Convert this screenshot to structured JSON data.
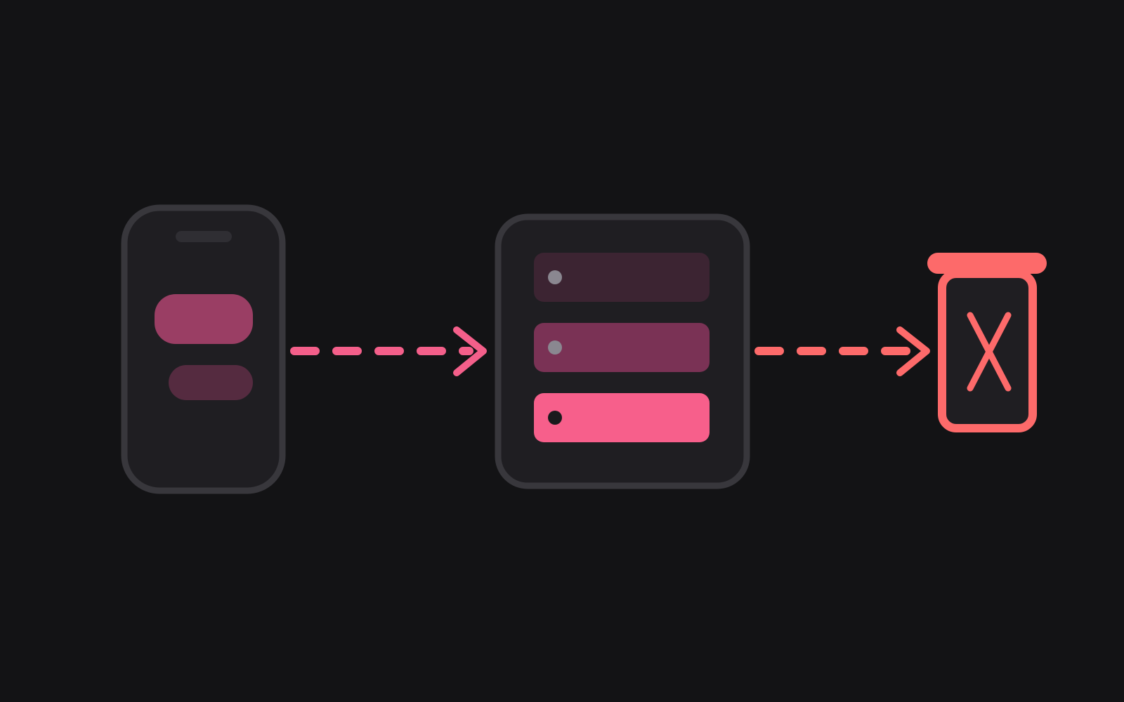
{
  "colors": {
    "background": "#131315",
    "panel_fill": "#1f1e22",
    "panel_border": "#38373c",
    "phone_notch": "#2f2e33",
    "pill_primary": "#9a3e64",
    "pill_secondary": "#552b40",
    "accent_pink": "#f45f8a",
    "accent_coral": "#fd6a6a",
    "row_dim": "#3c2432",
    "row_mid": "#7a3255",
    "row_bright": "#f75f8b",
    "dot_gray": "#8a8790",
    "dot_dark": "#1a1a1c"
  },
  "diagram": {
    "nodes": [
      {
        "id": "phone",
        "icon": "phone-icon"
      },
      {
        "id": "queue",
        "icon": "stacked-rows-icon",
        "rows": 3
      },
      {
        "id": "trash",
        "icon": "trash-bin-x-icon"
      }
    ],
    "edges": [
      {
        "from": "phone",
        "to": "queue",
        "style": "dashed",
        "color_key": "accent_pink"
      },
      {
        "from": "queue",
        "to": "trash",
        "style": "dashed",
        "color_key": "accent_coral"
      }
    ]
  }
}
